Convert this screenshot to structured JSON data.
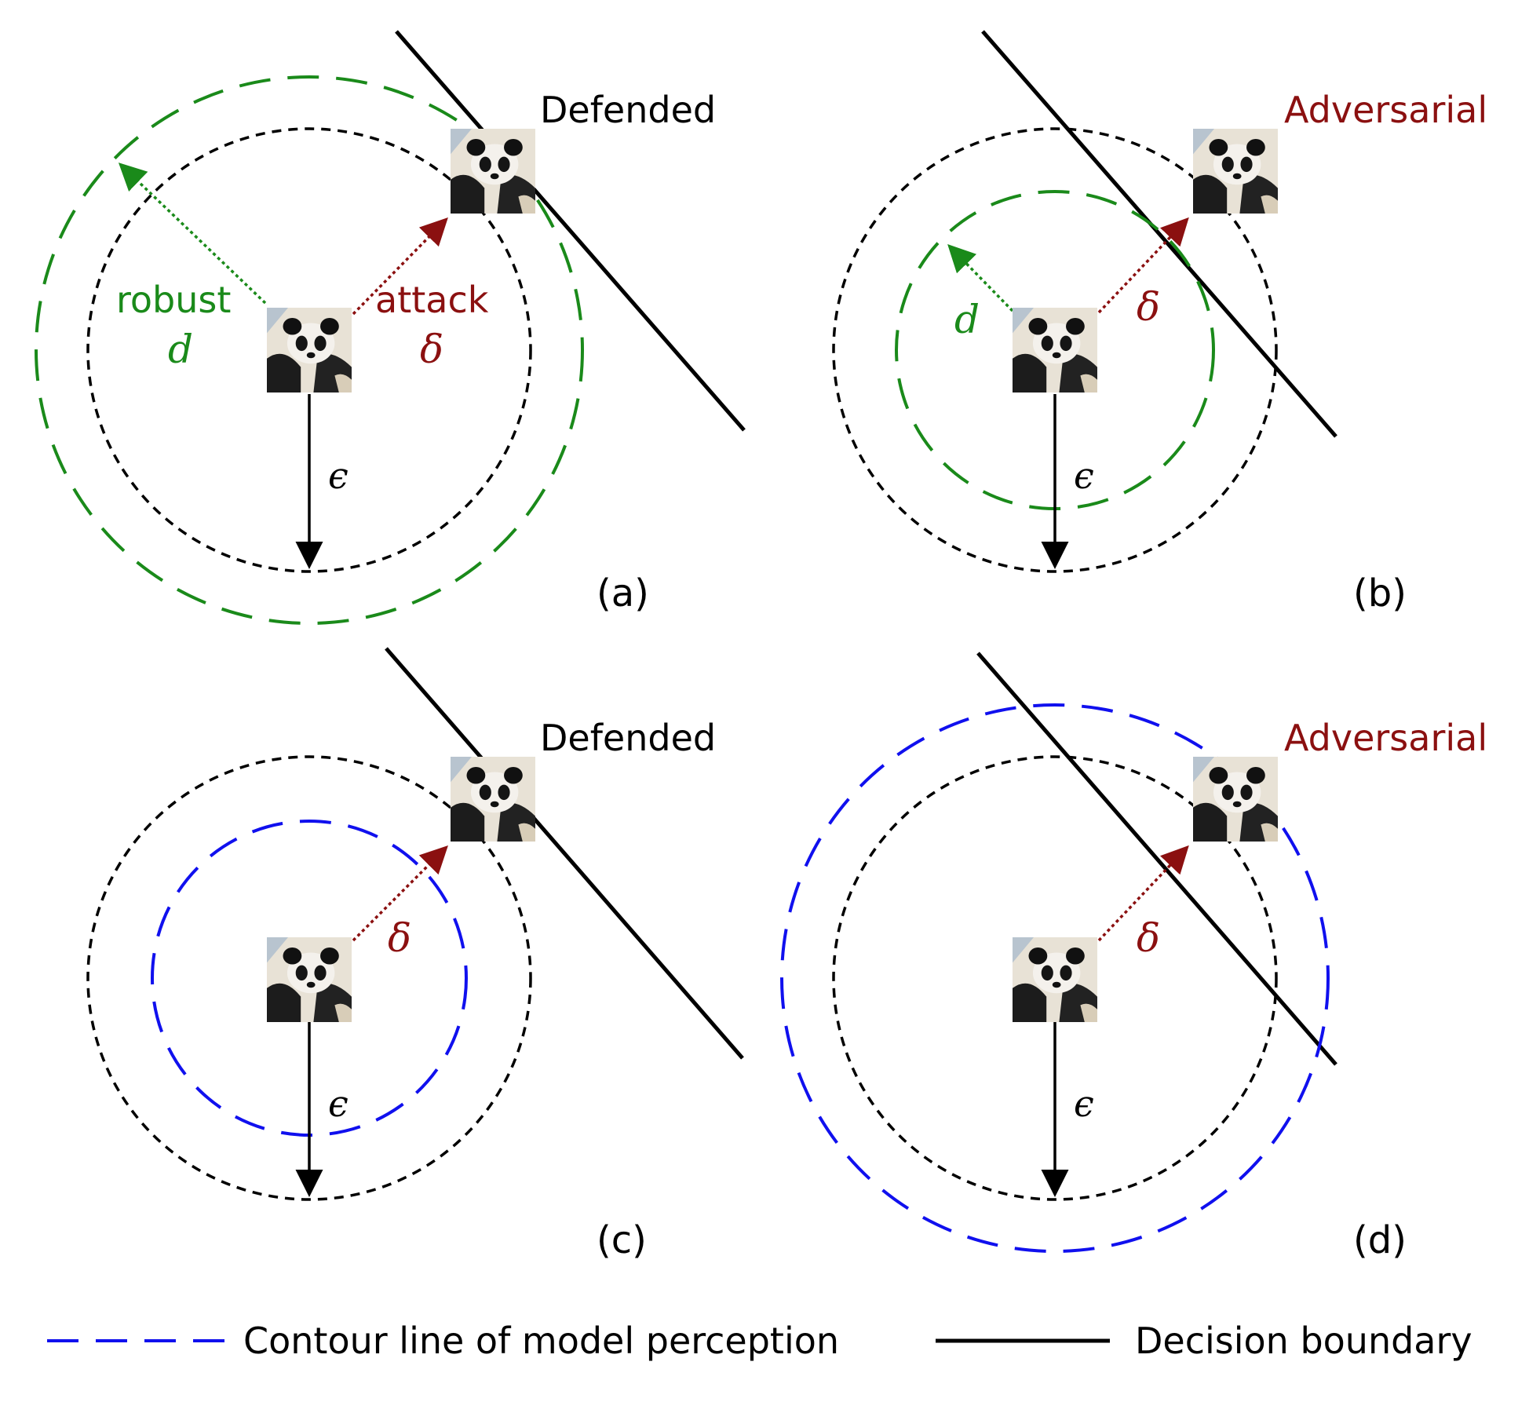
{
  "colors": {
    "black": "#000000",
    "green": "#1a8a1a",
    "red": "#8b1010",
    "blue": "#1010ee",
    "panda_bg": "#c9d3dc"
  },
  "panels": [
    {
      "id": "a",
      "caption": "(a)",
      "top_label": "Defended",
      "top_label_color": "black",
      "delta_label_top": "attack",
      "delta_symbol": "δ",
      "d_label_top": "robust",
      "d_symbol": "d",
      "epsilon": "ϵ",
      "outer_contour": "green-larger"
    },
    {
      "id": "b",
      "caption": "(b)",
      "top_label": "Adversarial",
      "top_label_color": "red",
      "delta_symbol": "δ",
      "d_symbol": "d",
      "epsilon": "ϵ",
      "outer_contour": "green-smaller"
    },
    {
      "id": "c",
      "caption": "(c)",
      "top_label": "Defended",
      "top_label_color": "black",
      "delta_symbol": "δ",
      "epsilon": "ϵ",
      "outer_contour": "blue-smaller"
    },
    {
      "id": "d",
      "caption": "(d)",
      "top_label": "Adversarial",
      "top_label_color": "red",
      "delta_symbol": "δ",
      "epsilon": "ϵ",
      "outer_contour": "blue-larger"
    }
  ],
  "legend": {
    "contour_label": "Contour line of model perception",
    "boundary_label": "Decision boundary"
  }
}
